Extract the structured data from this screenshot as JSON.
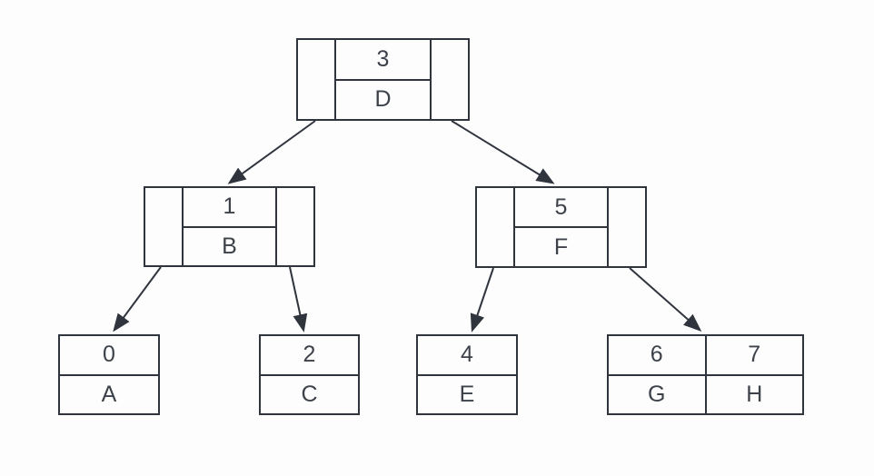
{
  "diagram": {
    "kind": "binary-tree",
    "colors": {
      "stroke": "#2f343d",
      "text": "#3d424a",
      "background": "#fdfdfd"
    },
    "nodes": {
      "root": {
        "key": "3",
        "value": "D"
      },
      "left": {
        "key": "1",
        "value": "B"
      },
      "right": {
        "key": "5",
        "value": "F"
      },
      "leaf0": {
        "key": "0",
        "value": "A"
      },
      "leaf2": {
        "key": "2",
        "value": "C"
      },
      "leaf4": {
        "key": "4",
        "value": "E"
      },
      "leaf67": {
        "entries": [
          {
            "key": "6",
            "value": "G"
          },
          {
            "key": "7",
            "value": "H"
          }
        ]
      }
    },
    "edges": [
      {
        "from": "node-3-left-pointer",
        "to": "node-1"
      },
      {
        "from": "node-3-right-pointer",
        "to": "node-5"
      },
      {
        "from": "node-1-left-pointer",
        "to": "leaf-0"
      },
      {
        "from": "node-1-right-pointer",
        "to": "leaf-2"
      },
      {
        "from": "node-5-left-pointer",
        "to": "leaf-4"
      },
      {
        "from": "node-5-right-pointer",
        "to": "leaf-6-7"
      }
    ]
  }
}
